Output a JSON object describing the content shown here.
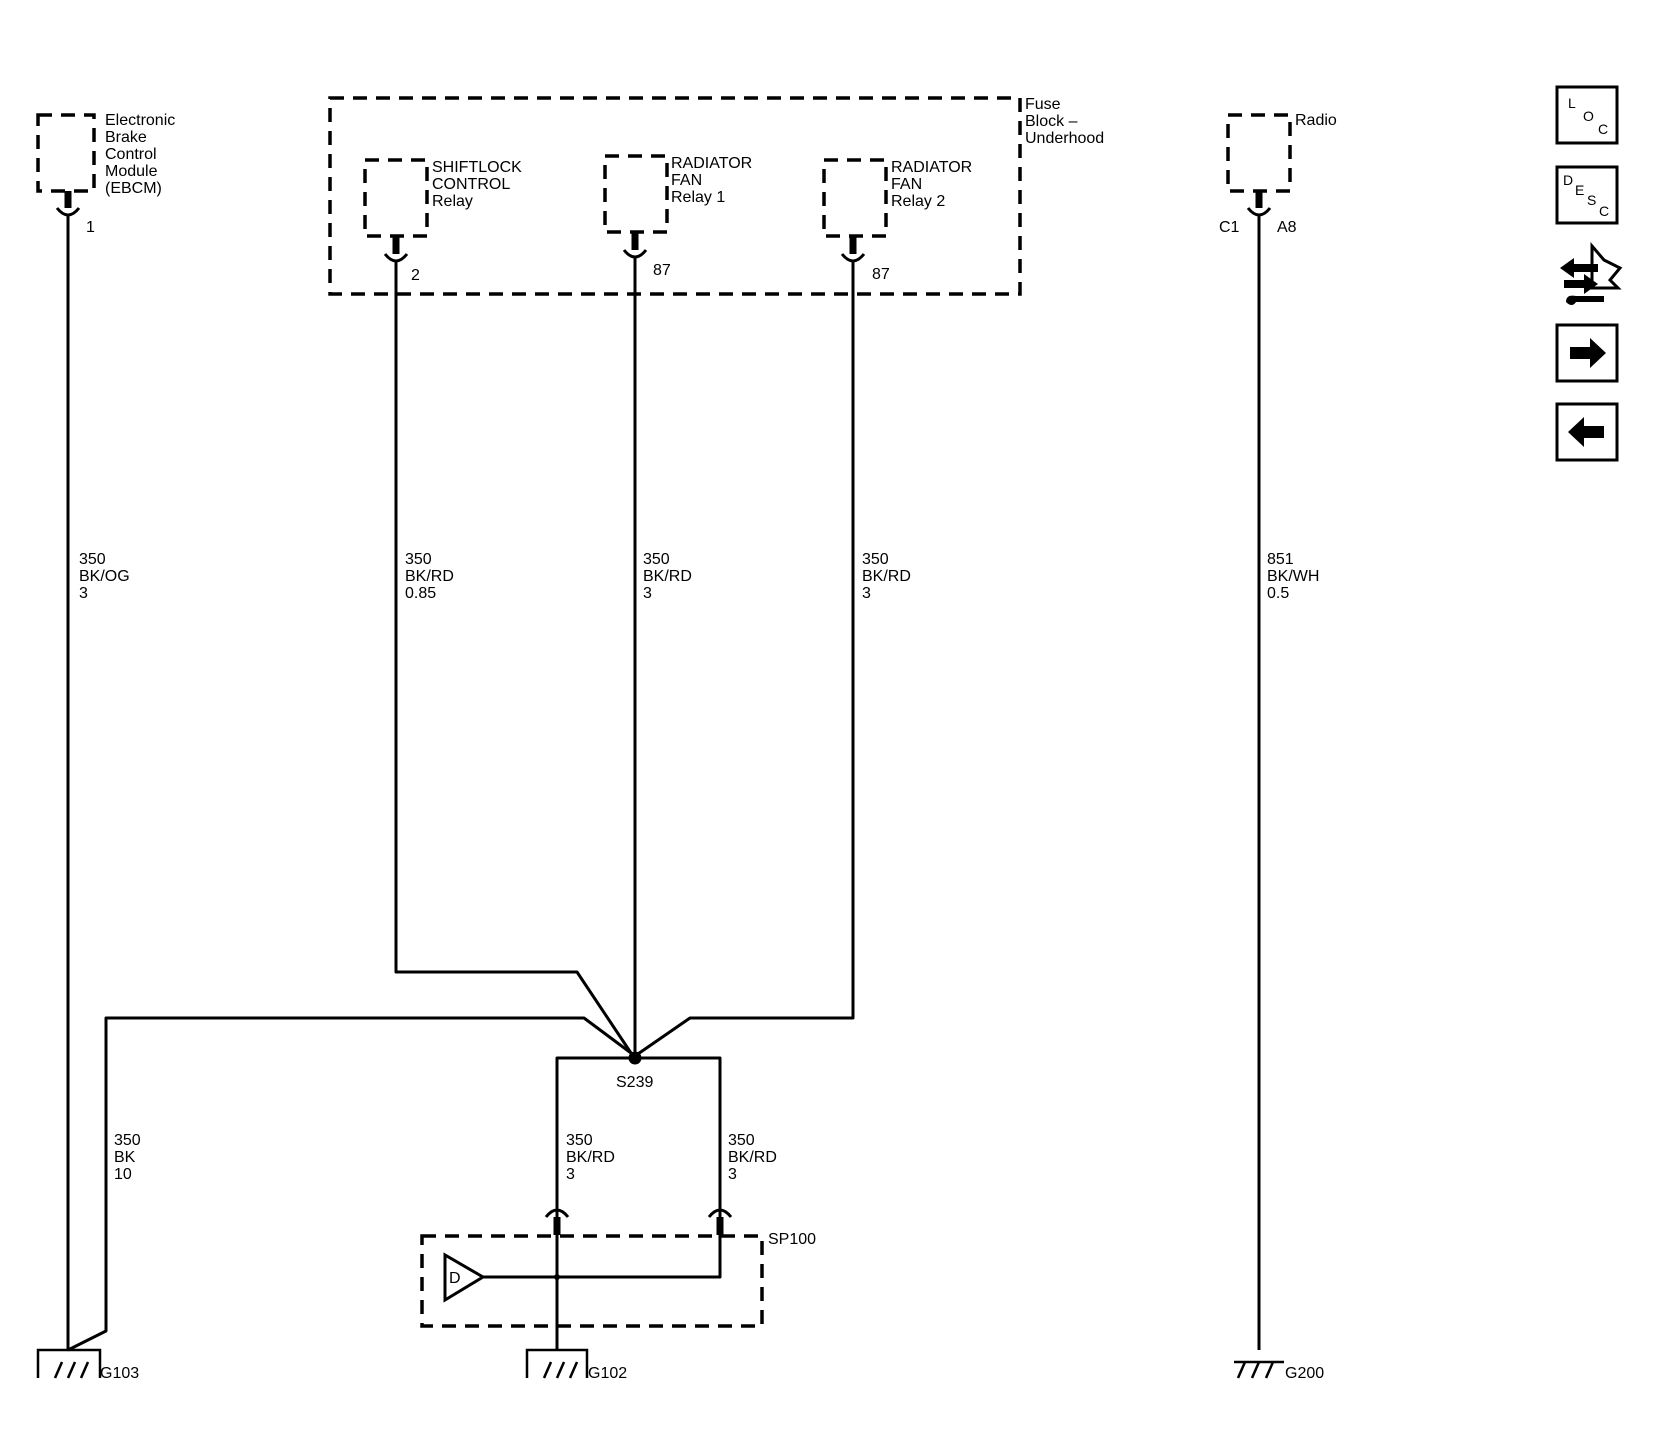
{
  "components": {
    "ebcm": {
      "lines": [
        "Electronic",
        "Brake",
        "Control",
        "Module",
        "(EBCM)"
      ],
      "pin": "1"
    },
    "fuse_block": {
      "lines": [
        "Fuse",
        "Block –",
        "Underhood"
      ]
    },
    "shiftlock_relay": {
      "lines": [
        "SHIFTLOCK",
        "CONTROL",
        "Relay"
      ],
      "pin": "2"
    },
    "fan_relay_1": {
      "lines": [
        "RADIATOR",
        "FAN",
        "Relay 1"
      ],
      "pin": "87"
    },
    "fan_relay_2": {
      "lines": [
        "RADIATOR",
        "FAN",
        "Relay 2"
      ],
      "pin": "87"
    },
    "radio": {
      "label": "Radio",
      "connector": "C1",
      "pin": "A8"
    },
    "splice_pack": {
      "label": "SP100",
      "symbol": "D"
    }
  },
  "wires": {
    "ebcm": [
      "350",
      "BK/OG",
      "3"
    ],
    "shiftlock": [
      "350",
      "BK/RD",
      "0.85"
    ],
    "fan1": [
      "350",
      "BK/RD",
      "3"
    ],
    "fan2": [
      "350",
      "BK/RD",
      "3"
    ],
    "radio": [
      "851",
      "BK/WH",
      "0.5"
    ],
    "g103_bk": [
      "350",
      "BK",
      "10"
    ],
    "sp_left": [
      "350",
      "BK/RD",
      "3"
    ],
    "sp_right": [
      "350",
      "BK/RD",
      "3"
    ]
  },
  "splice": "S239",
  "grounds": {
    "g103": "G103",
    "g102": "G102",
    "g200": "G200"
  },
  "nav": {
    "loc": [
      "L",
      "O",
      "C"
    ],
    "desc": [
      "D",
      "E",
      "S",
      "C"
    ],
    "icons": [
      "connector-link-icon",
      "forward-arrow-icon",
      "back-arrow-icon"
    ]
  }
}
